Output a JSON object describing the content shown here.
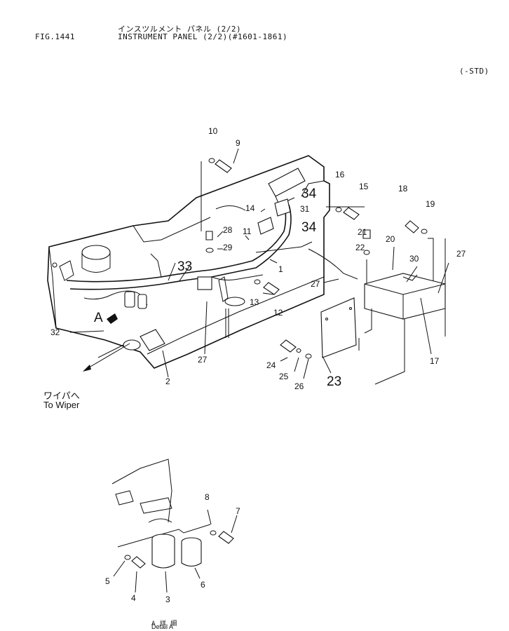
{
  "header": {
    "jp_title": "インスツルメント パネル (2/2)",
    "fig": "FIG.1441",
    "title": "INSTRUMENT PANEL (2/2)(#1601-1861)",
    "variant": "(-STD)"
  },
  "callouts": [
    {
      "id": "c10",
      "text": "10"
    },
    {
      "id": "c9",
      "text": "9"
    },
    {
      "id": "c16",
      "text": "16"
    },
    {
      "id": "c15",
      "text": "15"
    },
    {
      "id": "c18",
      "text": "18"
    },
    {
      "id": "c19",
      "text": "19"
    },
    {
      "id": "c34a",
      "text": "34"
    },
    {
      "id": "c31",
      "text": "31"
    },
    {
      "id": "c14",
      "text": "14"
    },
    {
      "id": "c34b",
      "text": "34"
    },
    {
      "id": "c28",
      "text": "28"
    },
    {
      "id": "c11",
      "text": "11"
    },
    {
      "id": "c21",
      "text": "21"
    },
    {
      "id": "c20",
      "text": "20"
    },
    {
      "id": "c27a",
      "text": "27"
    },
    {
      "id": "c29",
      "text": "29"
    },
    {
      "id": "c22",
      "text": "22"
    },
    {
      "id": "c30",
      "text": "30"
    },
    {
      "id": "c33",
      "text": "33"
    },
    {
      "id": "c1",
      "text": "1"
    },
    {
      "id": "c27b",
      "text": "27"
    },
    {
      "id": "c13",
      "text": "13"
    },
    {
      "id": "c12",
      "text": "12"
    },
    {
      "id": "c32",
      "text": "32"
    },
    {
      "id": "cA",
      "text": "A"
    },
    {
      "id": "c27c",
      "text": "27"
    },
    {
      "id": "c17",
      "text": "17"
    },
    {
      "id": "c24",
      "text": "24"
    },
    {
      "id": "c25",
      "text": "25"
    },
    {
      "id": "c26",
      "text": "26"
    },
    {
      "id": "c23",
      "text": "23"
    },
    {
      "id": "c2",
      "text": "2"
    },
    {
      "id": "c8",
      "text": "8"
    },
    {
      "id": "c7",
      "text": "7"
    },
    {
      "id": "c5",
      "text": "5"
    },
    {
      "id": "c6",
      "text": "6"
    },
    {
      "id": "c4",
      "text": "4"
    },
    {
      "id": "c3",
      "text": "3"
    }
  ],
  "wiper_note": {
    "jp": "ワイパへ",
    "en": "To Wiper"
  },
  "detail_label": {
    "jp": "A 詳 細",
    "en": "Detail A"
  }
}
